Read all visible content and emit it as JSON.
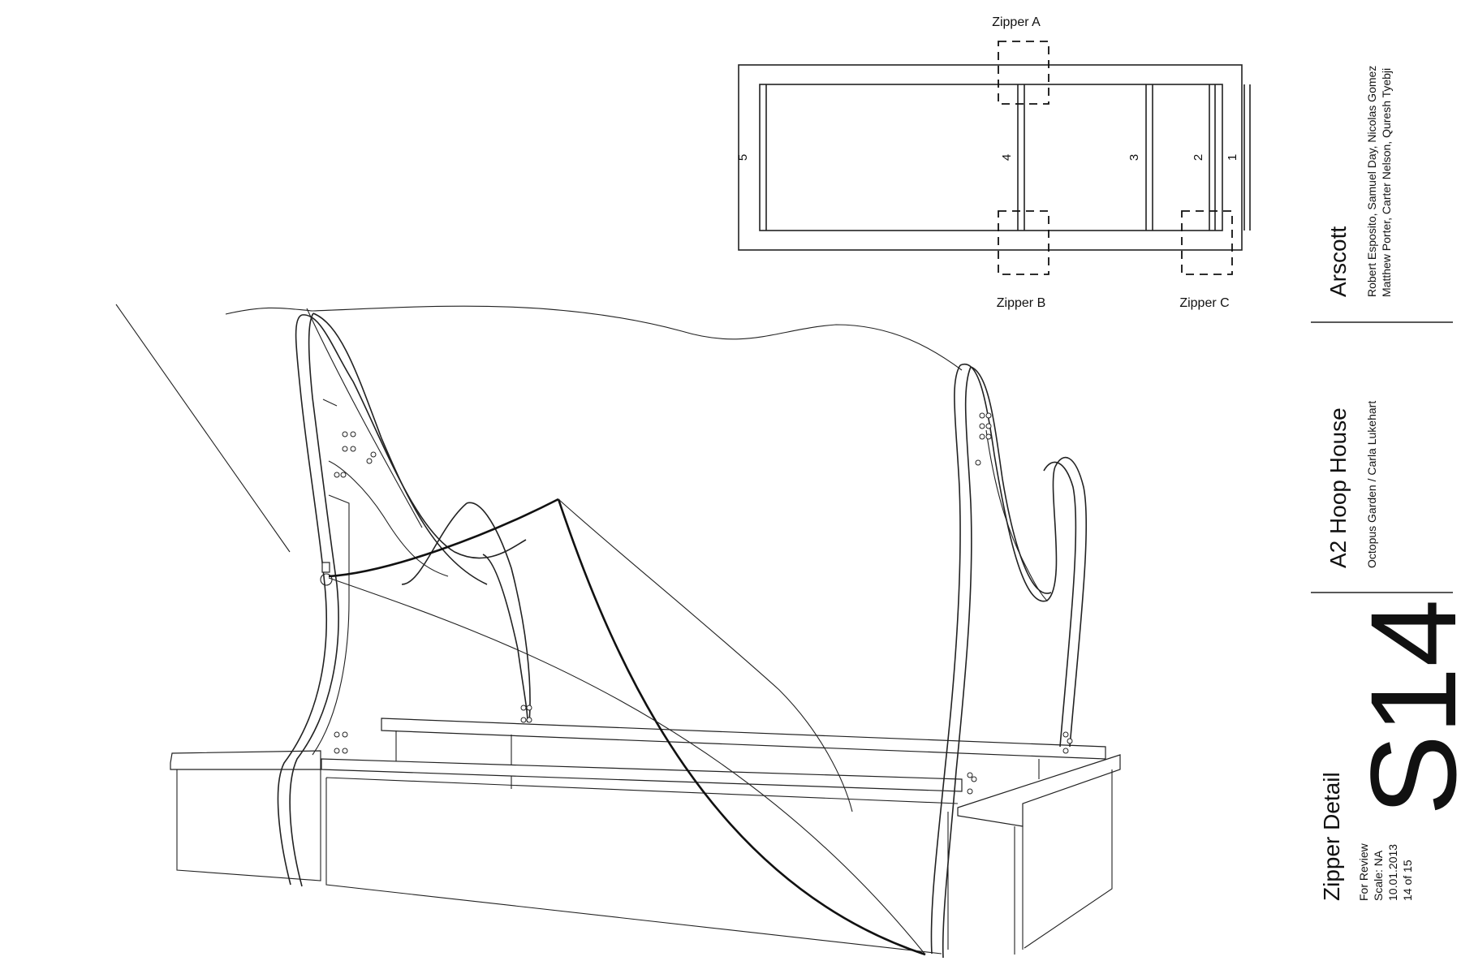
{
  "plan": {
    "zipper_labels": [
      "Zipper A",
      "Zipper B",
      "Zipper C"
    ],
    "hoop_numbers": [
      "5",
      "4",
      "3",
      "2",
      "1"
    ]
  },
  "title_block": {
    "project": "Arscott",
    "team_line_1": "Robert Esposito, Samuel Day, Nicolas Gomez",
    "team_line_2": "Matthew Porter, Carter Nelson, Quresh Tyebji",
    "client_title": "A2 Hoop House",
    "client_subtitle": "Octopus Garden / Carla Lukehart",
    "sheet_number": "S14",
    "sheet_title": "Zipper Detail",
    "status": "For Review",
    "scale": "Scale: NA",
    "date": "10.01.2013",
    "page": "14 of 15"
  }
}
